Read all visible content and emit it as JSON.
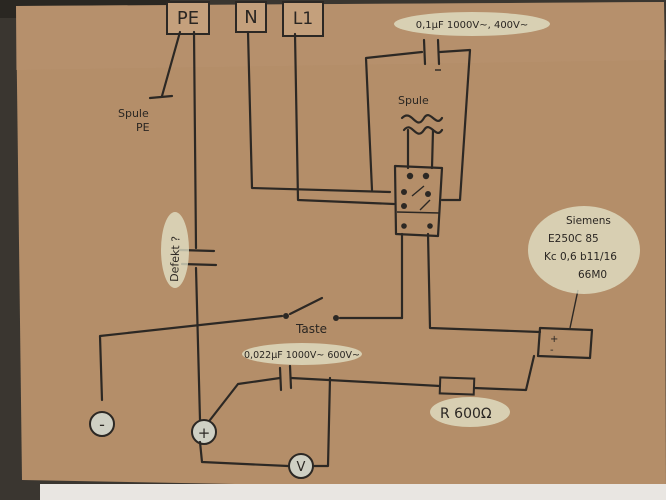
{
  "terminals": {
    "pe": "PE",
    "n": "N",
    "l1": "L1"
  },
  "labels": {
    "spule_pe_1": "Spule",
    "spule_pe_2": "PE",
    "spule": "Spule",
    "cap_top": "0,1µF  1000V~, 400V~",
    "defekt": "Defekt ?",
    "taste": "Taste",
    "cap_bottom": "0,022µF  1000V~ 600V~",
    "resistor": "R  600Ω",
    "siemens_1": "Siemens",
    "siemens_2": "E250C 85",
    "siemens_3": "Kc 0,6 b11/16",
    "siemens_4": "66M0",
    "minus": "-",
    "plus": "+",
    "voltmeter": "V",
    "rect_plus": "+",
    "rect_minus": "-"
  }
}
